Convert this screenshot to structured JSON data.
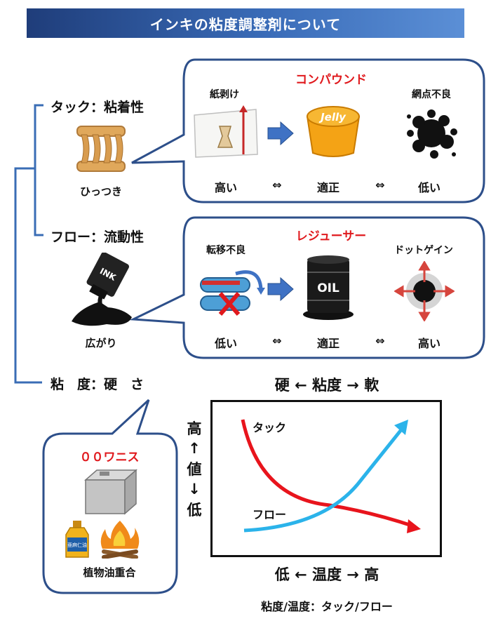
{
  "title": "インキの粘度調整剤について",
  "tack": {
    "heading": "タック：粘着性",
    "caption": "ひっつき",
    "box_title": "コンパウンド",
    "left_label": "紙剥け",
    "right_label": "網点不良",
    "jelly_text": "Jelly",
    "scale": {
      "left": "高い",
      "middle": "適正",
      "right": "低い",
      "arrow": "⇔"
    }
  },
  "flow": {
    "heading": "フロー：流動性",
    "caption": "広がり",
    "box_title": "レジューサー",
    "left_label": "転移不良",
    "right_label": "ドットゲイン",
    "oil_text": "OIL",
    "ink_text": "INK",
    "scale": {
      "left": "低い",
      "middle": "適正",
      "right": "高い",
      "arrow": "⇔"
    }
  },
  "viscosity": {
    "heading": "粘　度：硬　さ",
    "box_title": "００ワニス",
    "caption": "植物油重合",
    "can_text": "亜麻仁油"
  },
  "graph": {
    "top_label": "硬 ← 粘度 → 軟",
    "bottom_label": "低 ← 温度 → 高",
    "footer": "粘度/温度：タック/フロー",
    "y_axis": [
      "高",
      "↑",
      "値",
      "↓",
      "低"
    ],
    "series": [
      {
        "name": "タック",
        "color": "#e8141c"
      },
      {
        "name": "フロー",
        "color": "#2bb3ea"
      }
    ]
  }
}
